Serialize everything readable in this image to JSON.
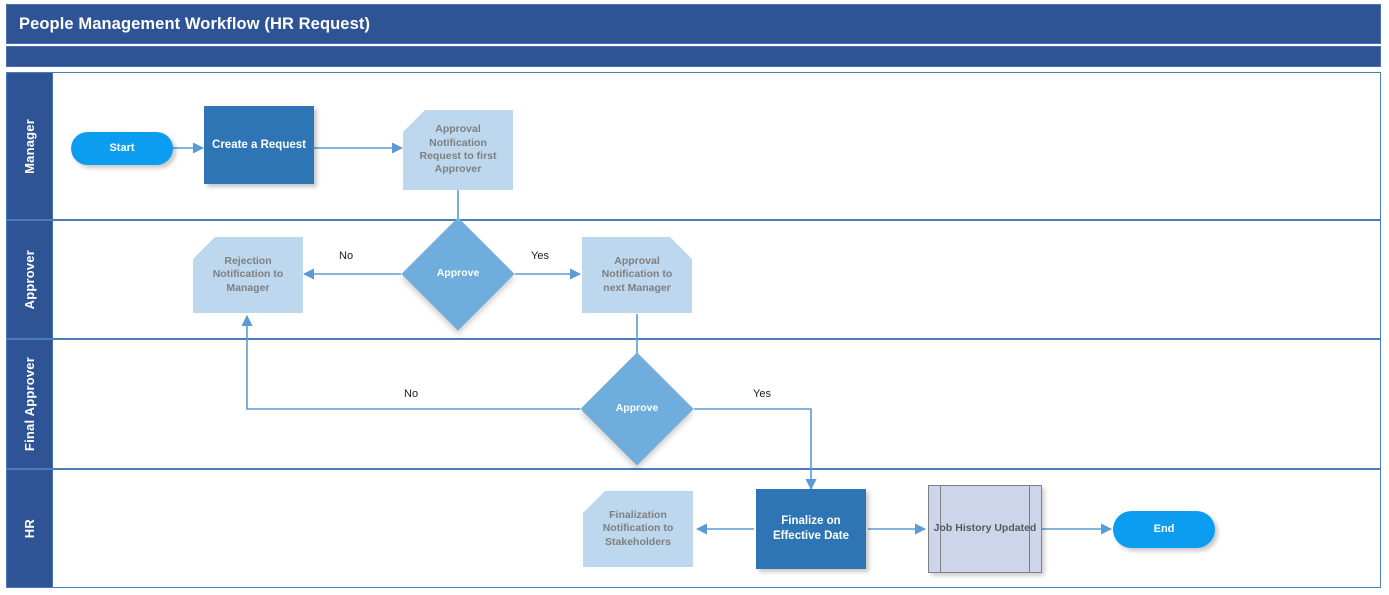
{
  "title": "People Management Workflow (HR Request)",
  "colors": {
    "header_blue": "#2E5496",
    "lane_border": "#4A7EBB",
    "terminator": "#0C9CF0",
    "process": "#2E75B6",
    "decision": "#6FAEDC",
    "notification": "#BDD7EE",
    "predefined": "#CCD5E9",
    "connector": "#5B9BD5",
    "note_text": "#7F7F7F"
  },
  "lanes": [
    {
      "id": "manager",
      "label": "Manager"
    },
    {
      "id": "approver",
      "label": "Approver"
    },
    {
      "id": "final-approver",
      "label": "Final Approver"
    },
    {
      "id": "hr",
      "label": "HR"
    }
  ],
  "nodes": [
    {
      "id": "start",
      "lane": "manager",
      "type": "terminator",
      "label": "Start"
    },
    {
      "id": "create-request",
      "lane": "manager",
      "type": "process",
      "label": "Create a Request"
    },
    {
      "id": "approval-notif-first",
      "lane": "manager",
      "type": "notification",
      "label": "Approval Notification Request to first Approver"
    },
    {
      "id": "rejection-notif",
      "lane": "approver",
      "type": "notification",
      "label": "Rejection Notification to Manager"
    },
    {
      "id": "approve-1",
      "lane": "approver",
      "type": "decision",
      "label": "Approve"
    },
    {
      "id": "approval-notif-next",
      "lane": "approver",
      "type": "notification",
      "label": "Approval Notification to next Manager"
    },
    {
      "id": "approve-2",
      "lane": "final-approver",
      "type": "decision",
      "label": "Approve"
    },
    {
      "id": "finalization-notif",
      "lane": "hr",
      "type": "notification",
      "label": "Finalization Notification to Stakeholders"
    },
    {
      "id": "finalize",
      "lane": "hr",
      "type": "process",
      "label": "Finalize on Effective Date"
    },
    {
      "id": "job-history",
      "lane": "hr",
      "type": "predefined-process",
      "label": "Job History Updated"
    },
    {
      "id": "end",
      "lane": "hr",
      "type": "terminator",
      "label": "End"
    }
  ],
  "edges": [
    {
      "id": "e1",
      "from": "start",
      "to": "create-request",
      "label": ""
    },
    {
      "id": "e2",
      "from": "create-request",
      "to": "approval-notif-first",
      "label": ""
    },
    {
      "id": "e3",
      "from": "approval-notif-first",
      "to": "approve-1",
      "label": ""
    },
    {
      "id": "e4",
      "from": "approve-1",
      "to": "rejection-notif",
      "label": "No"
    },
    {
      "id": "e5",
      "from": "approve-1",
      "to": "approval-notif-next",
      "label": "Yes"
    },
    {
      "id": "e6",
      "from": "approval-notif-next",
      "to": "approve-2",
      "label": ""
    },
    {
      "id": "e7",
      "from": "approve-2",
      "to": "rejection-notif",
      "label": "No"
    },
    {
      "id": "e8",
      "from": "approve-2",
      "to": "finalize",
      "label": "Yes"
    },
    {
      "id": "e9",
      "from": "finalize",
      "to": "finalization-notif",
      "label": ""
    },
    {
      "id": "e10",
      "from": "finalize",
      "to": "job-history",
      "label": ""
    },
    {
      "id": "e11",
      "from": "job-history",
      "to": "end",
      "label": ""
    }
  ],
  "edge_labels": {
    "approver_no": "No",
    "approver_yes": "Yes",
    "final_no": "No",
    "final_yes": "Yes"
  }
}
